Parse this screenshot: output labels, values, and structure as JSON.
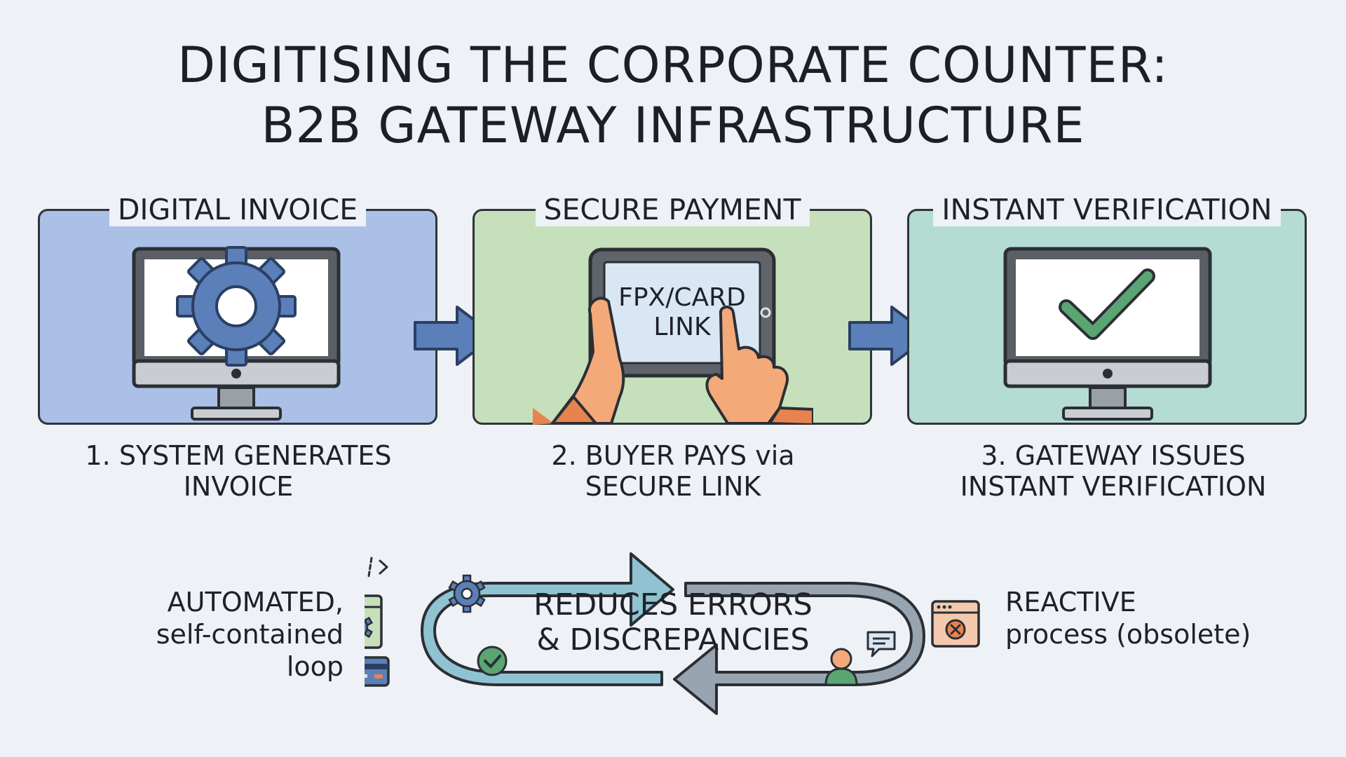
{
  "title": {
    "line1": "DIGITISING THE CORPORATE COUNTER:",
    "line2": "B2B GATEWAY INFRASTRUCTURE"
  },
  "panels": [
    {
      "title": "DIGITAL INVOICE",
      "step_line1": "1. SYSTEM GENERATES",
      "step_line2": "INVOICE",
      "color": "#aac0e6",
      "icon": "gear-icon"
    },
    {
      "title": "SECURE PAYMENT",
      "step_line1": "2. BUYER PAYS via",
      "step_line2": "SECURE LINK",
      "color": "#c6e0bc",
      "icon": "tablet-hands-icon",
      "screen_line1": "FPX/CARD",
      "screen_line2": "LINK"
    },
    {
      "title": "INSTANT VERIFICATION",
      "step_line1": "3. GATEWAY ISSUES",
      "step_line2": "INSTANT VERIFICATION",
      "color": "#b4dcd2",
      "icon": "checkmark-icon"
    }
  ],
  "loop": {
    "center_line1": "REDUCES ERRORS",
    "center_line2": "& DISCREPANCIES",
    "left_line1": "AUTOMATED,",
    "left_line2": "self-contained loop",
    "right_line1": "REACTIVE",
    "right_line2": "process (obsolete)"
  },
  "colors": {
    "accent_blue": "#5b7fb8",
    "accent_green": "#5aa571",
    "loop_teal": "#8fc3d1",
    "loop_gray": "#98a5b1",
    "error_orange": "#e8824f"
  }
}
